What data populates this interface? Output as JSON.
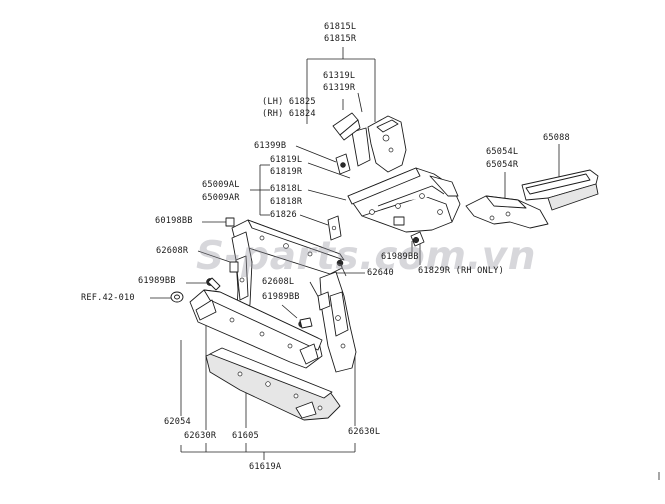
{
  "watermark": "S-parts.com.vn",
  "labels": {
    "l61815L": "61815L",
    "l61815R": "61815R",
    "l61319L": "61319L",
    "l61319R": "61319R",
    "l61825": "(LH) 61825",
    "l61824": "(RH) 61824",
    "l61399B": "61399B",
    "l61819L": "61819L",
    "l61819R": "61819R",
    "l65009AL": "65009AL",
    "l65009AR": "65009AR",
    "l61818L": "61818L",
    "l61818R": "61818R",
    "l61826": "61826",
    "l60198BB": "60198BB",
    "l62608R": "62608R",
    "l61989BB_a": "61989BB",
    "l61989BB_b": "61989BB",
    "l61989BB_c": "61989BB",
    "l62640": "62640",
    "l62608L": "62608L",
    "l61829R": "61829R (RH ONLY)",
    "lREF": "REF.42-010",
    "l65054L": "65054L",
    "l65054R": "65054R",
    "l65088": "65088",
    "l62054": "62054",
    "l62630R": "62630R",
    "l61605": "61605",
    "l62630L": "62630L",
    "l61619A": "61619A"
  }
}
